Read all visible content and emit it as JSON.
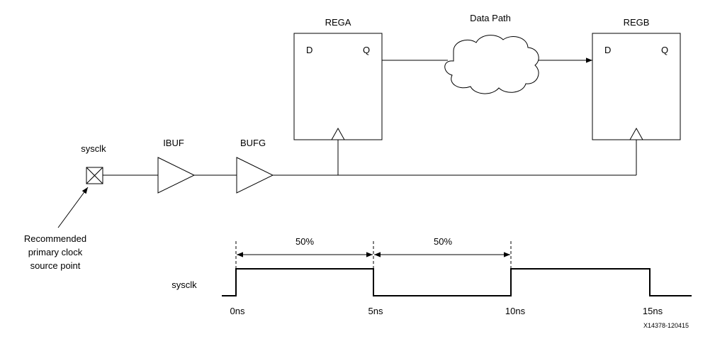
{
  "labels": {
    "rega": "REGA",
    "regb": "REGB",
    "data_path": "Data Path",
    "pin_d": "D",
    "pin_q": "Q",
    "sysclk_port": "sysclk",
    "ibuf": "IBUF",
    "bufg": "BUFG",
    "note_line1": "Recommended",
    "note_line2": "primary clock",
    "note_line3": "source point",
    "waveform_signal": "sysclk",
    "duty_high": "50%",
    "duty_low": "50%",
    "t0": "0ns",
    "t5": "5ns",
    "t10": "10ns",
    "t15": "15ns",
    "figure_id": "X14378-120415"
  },
  "clock": {
    "period_ns": 10,
    "duty_cycle_percent": 50,
    "edges_ns": [
      0,
      5,
      10,
      15
    ]
  }
}
